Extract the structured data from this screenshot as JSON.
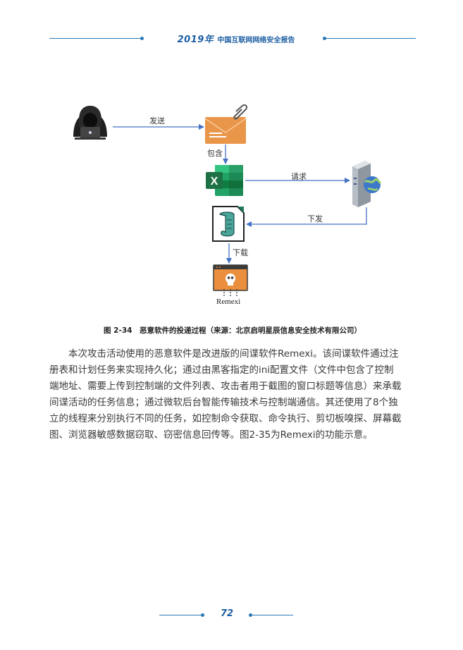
{
  "header": {
    "year": "2019年",
    "title": "中国互联网网络安全报告"
  },
  "diagram": {
    "edge_labels": {
      "send": "发送",
      "contain": "包含",
      "request": "请求",
      "deliver": "下发",
      "download": "下载"
    },
    "nodes": {
      "attacker": "hacker-icon",
      "email": "email-attachment-icon",
      "excel": "excel-icon",
      "server": "web-server-icon",
      "script": "script-file-icon",
      "malware": "malware-window-icon"
    },
    "malware_label": "Remexi",
    "colors": {
      "arrow": "#4472c4",
      "email_orange": "#e9964a",
      "excel_green": "#1e7145",
      "malware_orange": "#e98f3e"
    }
  },
  "caption": "图 2-34　恶意软件的投递过程（来源：北京启明星辰信息安全技术有限公司）",
  "body": {
    "lines": [
      "本次攻击活动使用的恶意软件是改进版的间谍软件Remexi。该间谍软件通过注",
      "册表和计划任务来实现持久化；通过由黑客指定的ini配置文件（文件中包含了控制",
      "端地址、需要上传到控制端的文件列表、攻击者用于截图的窗口标题等信息）来承载",
      "间谍活动的任务信息；通过微软后台智能传输技术与控制端通信。其还使用了8个独",
      "立的线程来分别执行不同的任务，如控制命令获取、命令执行、剪切板嗅探、屏幕截",
      "图、浏览器敏感数据窃取、窃密信息回传等。图2-35为Remexi的功能示意。"
    ]
  },
  "footer": {
    "page_number": "72"
  }
}
